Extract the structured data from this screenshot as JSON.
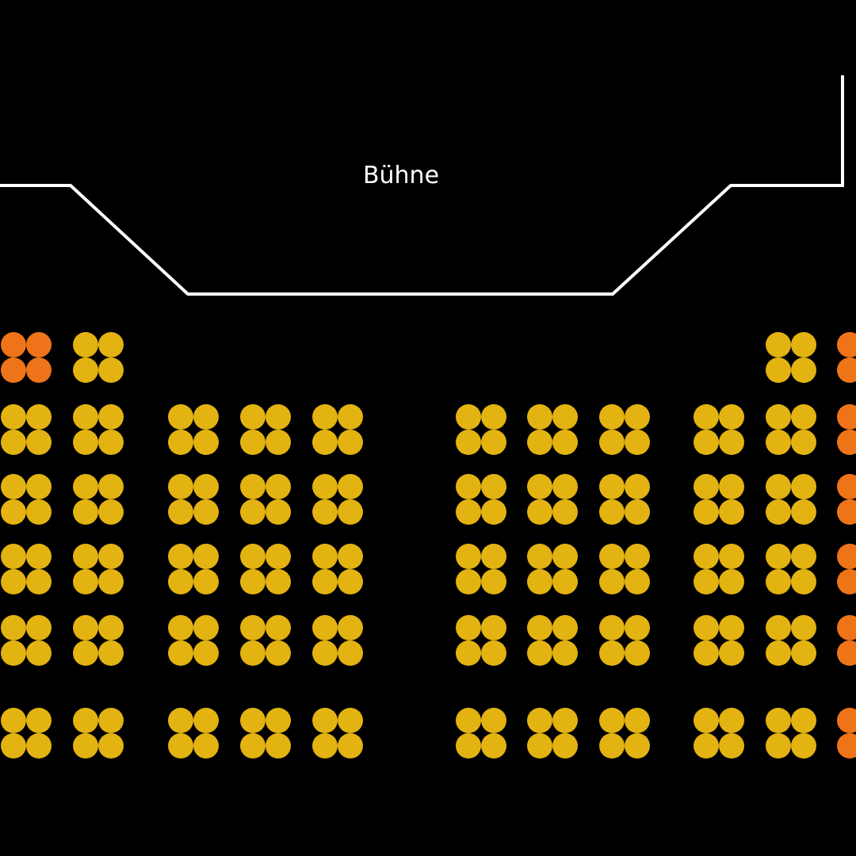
{
  "stage": {
    "label": "Bühne",
    "line_color": "#ffffff"
  },
  "colors": {
    "background": "#000000",
    "seat_standard": "#e3b312",
    "seat_highlight": "#ef7419"
  },
  "seating": {
    "tables_per_cluster": 4,
    "rows": [
      {
        "clusters": [
          "highlight",
          "standard",
          null,
          null,
          null,
          null,
          null,
          null,
          null,
          "standard",
          "highlight"
        ]
      },
      {
        "clusters": [
          "standard",
          "standard",
          "standard",
          "standard",
          "standard",
          "standard",
          "standard",
          "standard",
          "standard",
          "standard",
          "highlight"
        ]
      },
      {
        "clusters": [
          "standard",
          "standard",
          "standard",
          "standard",
          "standard",
          "standard",
          "standard",
          "standard",
          "standard",
          "standard",
          "highlight"
        ]
      },
      {
        "clusters": [
          "standard",
          "standard",
          "standard",
          "standard",
          "standard",
          "standard",
          "standard",
          "standard",
          "standard",
          "standard",
          "highlight"
        ]
      },
      {
        "clusters": [
          "standard",
          "standard",
          "standard",
          "standard",
          "standard",
          "standard",
          "standard",
          "standard",
          "standard",
          "standard",
          "highlight"
        ]
      },
      {
        "clusters": [
          "standard",
          "standard",
          "standard",
          "standard",
          "standard",
          "standard",
          "standard",
          "standard",
          "standard",
          "standard",
          "highlight"
        ]
      }
    ]
  }
}
